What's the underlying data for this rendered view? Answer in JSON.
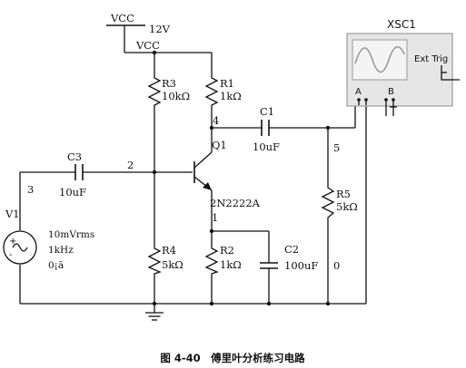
{
  "circuit": {
    "supply": {
      "name": "VCC",
      "value": "12V",
      "rail_label": "VCC"
    },
    "source": {
      "name": "V1",
      "amplitude": "10mVrms",
      "frequency": "1kHz",
      "phase": "0¡ã"
    },
    "resistors": [
      {
        "name": "R3",
        "value": "10kΩ"
      },
      {
        "name": "R1",
        "value": "1kΩ"
      },
      {
        "name": "R4",
        "value": "5kΩ"
      },
      {
        "name": "R2",
        "value": "1kΩ"
      },
      {
        "name": "R5",
        "value": "5kΩ"
      }
    ],
    "capacitors": [
      {
        "name": "C3",
        "value": "10uF"
      },
      {
        "name": "C1",
        "value": "10uF"
      },
      {
        "name": "C2",
        "value": "100uF"
      }
    ],
    "transistor": {
      "name": "Q1",
      "model": "2N2222A"
    },
    "nodes": [
      "3",
      "2",
      "4",
      "5",
      "1",
      "0"
    ],
    "oscilloscope": {
      "name": "XSC1",
      "trigger_label": "Ext Trig",
      "channel_a": "A",
      "channel_b": "B"
    }
  },
  "caption": "图 4-40　傅里叶分析练习电路"
}
